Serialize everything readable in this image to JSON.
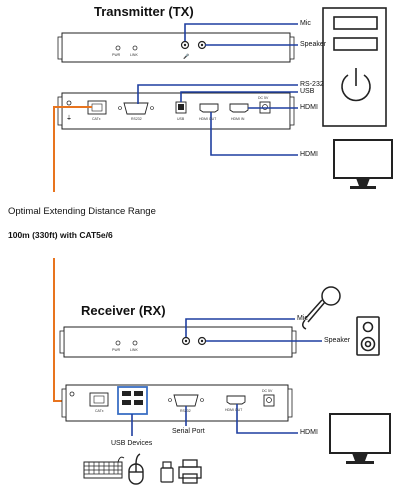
{
  "transmitter": {
    "title": "Transmitter (TX)",
    "front_labels": [
      "PWR",
      "LINK"
    ],
    "rear_labels": [
      "CATx",
      "RS232",
      "USB",
      "HDMI OUT",
      "HDMI IN",
      "DC 5V"
    ],
    "callouts": [
      "Mic",
      "Speaker",
      "RS-232",
      "USB",
      "HDMI",
      "HDMI"
    ]
  },
  "distance": {
    "label": "Optimal Extending Distance Range",
    "value": "100m (330ft) with CAT5e/6"
  },
  "receiver": {
    "title": "Receiver (RX)",
    "front_labels": [
      "PWR",
      "LINK"
    ],
    "rear_labels": [
      "CATx",
      "RS232",
      "HDMI OUT",
      "DC 5V"
    ],
    "callouts": [
      "Mic",
      "Speaker",
      "HDMI",
      "USB Devices",
      "Serial Port"
    ]
  },
  "colors": {
    "line_blue": "#1f3fa0",
    "cat_orange": "#e8741e",
    "usb_blue": "#3a6fc4"
  }
}
